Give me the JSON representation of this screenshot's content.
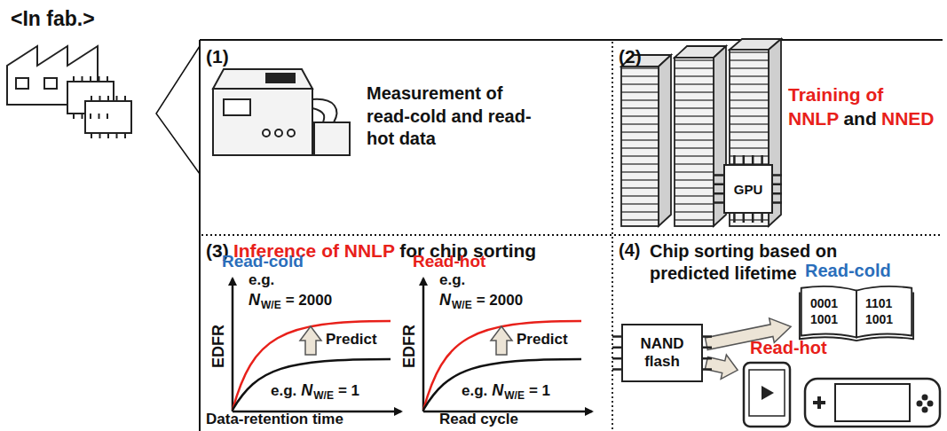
{
  "diagram": {
    "nodes": [
      {
        "text": [
          "(1)",
          "Measurement of read-cold and read-hot data"
        ]
      },
      {
        "text": [
          "(2)",
          "Training of",
          "NNLP",
          "and",
          "NNED"
        ]
      },
      {
        "text": [
          "GPU"
        ],
        "in": 1
      },
      {
        "text": [
          "(3)",
          "Inference of NNLP",
          "for chip sorting"
        ]
      },
      {
        "text": [
          "(4)",
          "Chip sorting based on predicted lifetime"
        ]
      },
      {
        "text": [
          "NAND flash"
        ],
        "in": 4
      },
      {
        "text": [
          "Read-cold",
          "0001 1001",
          "1101 1001"
        ],
        "in": 4
      },
      {
        "text": [
          "Read-hot"
        ],
        "in": 4
      }
    ],
    "edges": [
      {
        "from": 5,
        "to": 6,
        "arrow": "to"
      },
      {
        "from": 5,
        "to": 7,
        "arrow": "to"
      }
    ],
    "labels": [
      "<In fab.>",
      "Read-cold",
      "e.g.",
      "N",
      "W/E",
      "= 2000",
      "Predict",
      "e.g.",
      "N",
      "W/E",
      "= 1",
      "EDFR",
      "Data-retention time",
      "Read-hot",
      "e.g.",
      "N",
      "W/E",
      "= 2000",
      "Predict",
      "e.g.",
      "N",
      "W/E",
      "= 1",
      "EDFR",
      "Read cycle"
    ]
  }
}
